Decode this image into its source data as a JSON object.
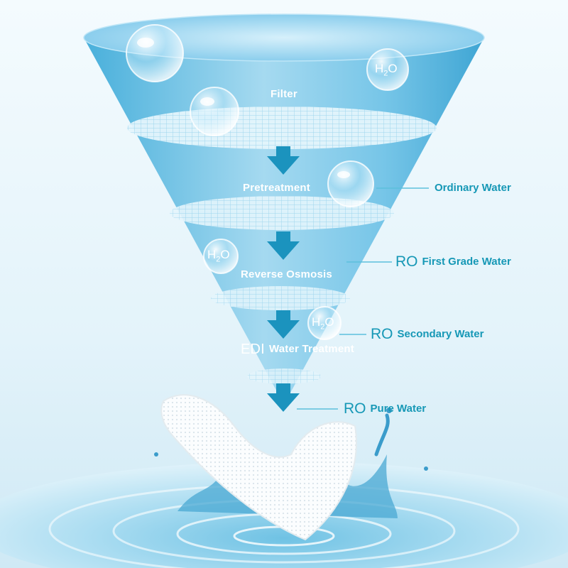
{
  "diagram": {
    "stages": [
      {
        "label": "Filter"
      },
      {
        "label": "Pretreatment"
      },
      {
        "label": "Reverse Osmosis"
      },
      {
        "prefix": "EDI",
        "label": "Water Treatment"
      }
    ],
    "outputs": [
      {
        "prefix": "",
        "label": "Ordinary Water"
      },
      {
        "prefix": "RO",
        "label": "First Grade Water"
      },
      {
        "prefix": "RO",
        "label": "Secondary Water"
      },
      {
        "prefix": "RO",
        "label": "Pure Water"
      }
    ],
    "bubble_text": {
      "h": "H",
      "sub": "2",
      "o": "O"
    },
    "colors": {
      "cone_top": "#8fd0ec",
      "cone_bottom": "#2fa3d3",
      "arrow": "#1b93be",
      "output_text": "#1698b6",
      "water": "#5fb7dc"
    },
    "icons": [
      "water-bubble-icon",
      "down-arrow-icon",
      "mesh-filter-icon",
      "water-splash-icon",
      "mask-sheet-icon"
    ]
  }
}
